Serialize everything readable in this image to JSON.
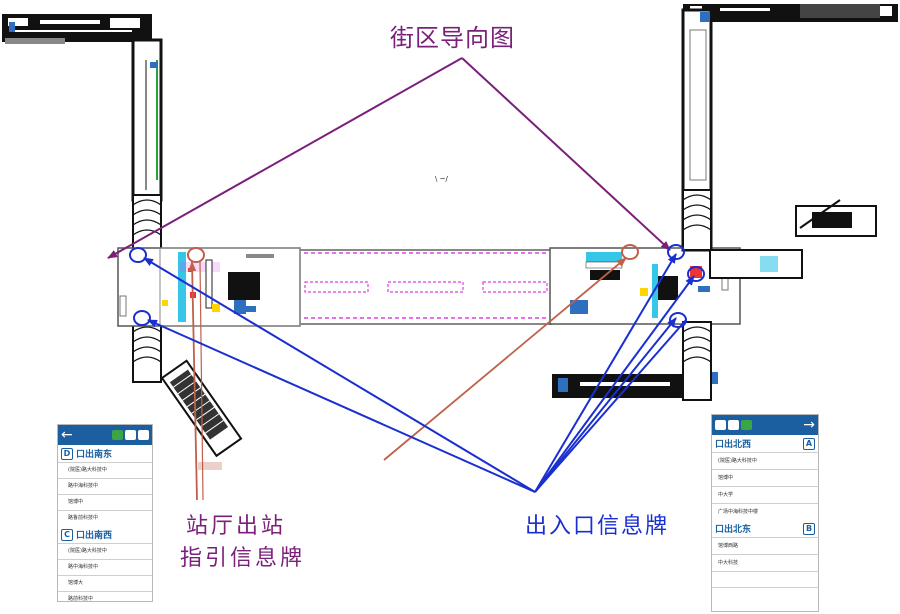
{
  "labels": {
    "street_map": "街区导向图",
    "hall_sign_line1": "站厅出站",
    "hall_sign_line2": "指引信息牌",
    "entrance_sign": "出入口信息牌",
    "center_mark": "\\ ~/"
  },
  "board_left": {
    "arrow": "←",
    "section_a": {
      "letter": "D",
      "title": "口出南东"
    },
    "rows_a": [
      "(院医)路大科技中",
      "路中海科技中",
      "馆博中",
      "路鲁前科技中"
    ],
    "section_b": {
      "letter": "C",
      "title": "口出南西"
    },
    "rows_b": [
      "(院医)路大科技中",
      "路中海科技中",
      "馆博大",
      "路前科技中"
    ]
  },
  "board_right": {
    "arrow": "→",
    "section_a": {
      "letter": "A",
      "title": "口出北西"
    },
    "rows_a": [
      "(院医)路大科技中",
      "馆博中",
      "中大学",
      "广场中海科技中楼"
    ],
    "section_b": {
      "letter": "B",
      "title": "口出北东"
    },
    "rows_b": [
      "馆博西路",
      "中大科技"
    ]
  },
  "colors": {
    "street_arrow": "#7a1f7a",
    "hall_arrow": "#c0604a",
    "entrance_arrow": "#1a2fd0",
    "corridor_dash": "#e040e0",
    "board_blue": "#1b5fa0"
  }
}
